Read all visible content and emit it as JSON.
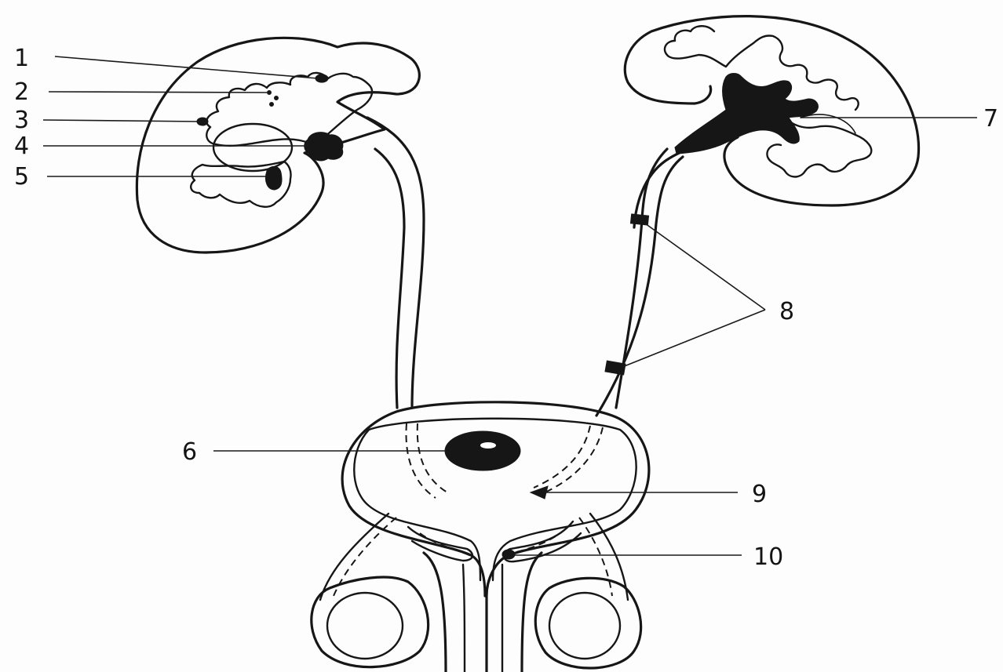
{
  "diagram": {
    "labels": [
      "1",
      "2",
      "3",
      "4",
      "5",
      "6",
      "7",
      "8",
      "9",
      "10"
    ],
    "colors": {
      "ink": "#161616",
      "paper": "#fdfdfd"
    }
  }
}
